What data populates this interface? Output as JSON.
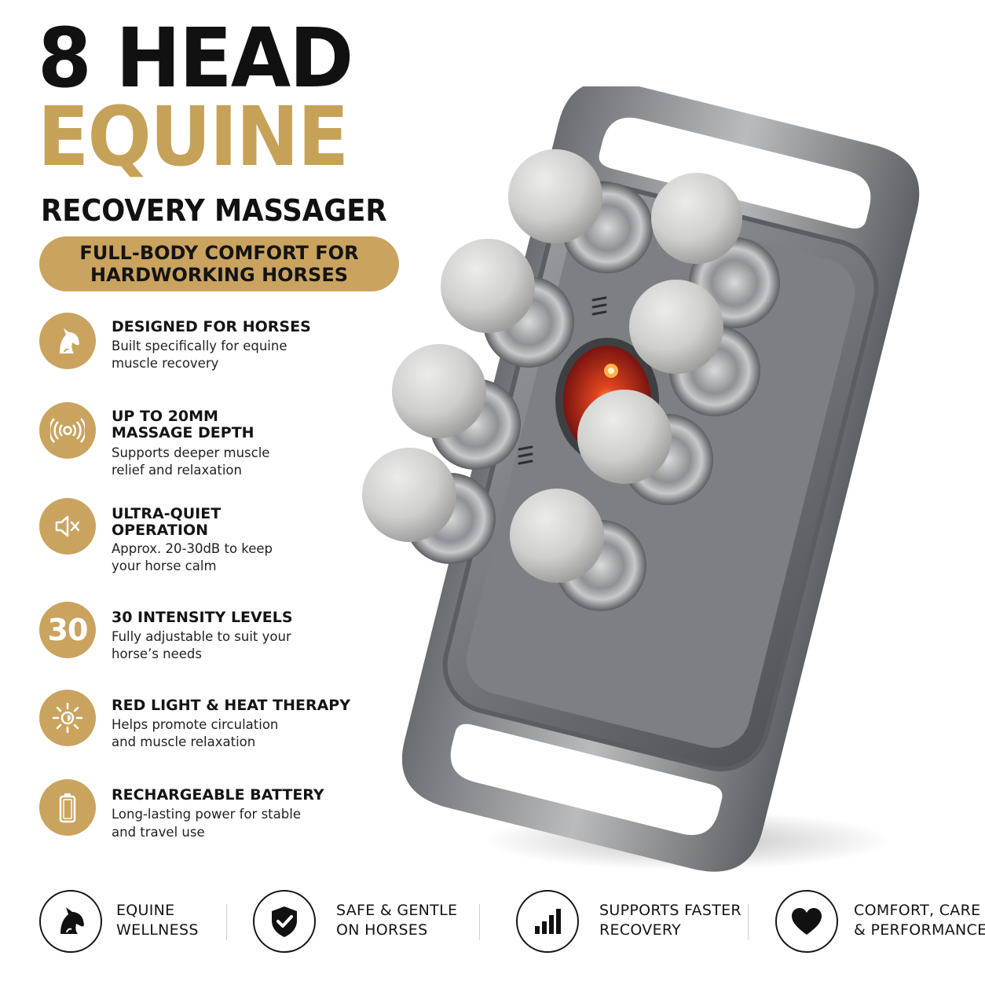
{
  "header": {
    "line1": "8 HEAD",
    "line2": "EQUINE",
    "line3": "RECOVERY MASSAGER",
    "banner_line1": "FULL-BODY COMFORT FOR",
    "banner_line2": "HARDWORKING HORSES"
  },
  "features": [
    {
      "icon": "horse-head-icon",
      "title": "DESIGNED FOR HORSES",
      "desc1": "Built specifically for equine",
      "desc2": "muscle recovery"
    },
    {
      "icon": "vibration-icon",
      "title1": "UP TO 20MM",
      "title2": "MASSAGE DEPTH",
      "desc1": "Supports deeper muscle",
      "desc2": "relief and relaxation"
    },
    {
      "icon": "speaker-mute-icon",
      "title1": "ULTRA-QUIET",
      "title2": "OPERATION",
      "desc1": "Approx. 20-30dB to keep",
      "desc2": "your horse calm"
    },
    {
      "icon": "number-30-icon",
      "badge": "30",
      "title": "30 INTENSITY LEVELS",
      "desc1": "Fully adjustable to suit your",
      "desc2": "horse’s needs"
    },
    {
      "icon": "sun-light-icon",
      "title": "RED LIGHT & HEAT THERAPY",
      "desc1": "Helps promote circulation",
      "desc2": "and muscle relaxation"
    },
    {
      "icon": "battery-icon",
      "title": "RECHARGEABLE BATTERY",
      "desc1": "Long-lasting power for stable",
      "desc2": "and travel use"
    }
  ],
  "bottom_bar": [
    {
      "icon": "horse-head-icon",
      "line1": "EQUINE",
      "line2": "WELLNESS"
    },
    {
      "icon": "shield-check-icon",
      "line1": "SAFE & GENTLE",
      "line2": "ON HORSES"
    },
    {
      "icon": "bar-chart-icon",
      "line1": "SUPPORTS FASTER",
      "line2": "RECOVERY"
    },
    {
      "icon": "heart-icon",
      "line1": "COMFORT, CARE",
      "line2": "& PERFORMANCE"
    }
  ],
  "colors": {
    "gold": "#caa35f",
    "headline_gold": "#c6a158",
    "dark": "#141414",
    "body_gray": "#7c7f83",
    "head_gray": "#cfcfcd",
    "red_light": "#c0241b"
  }
}
